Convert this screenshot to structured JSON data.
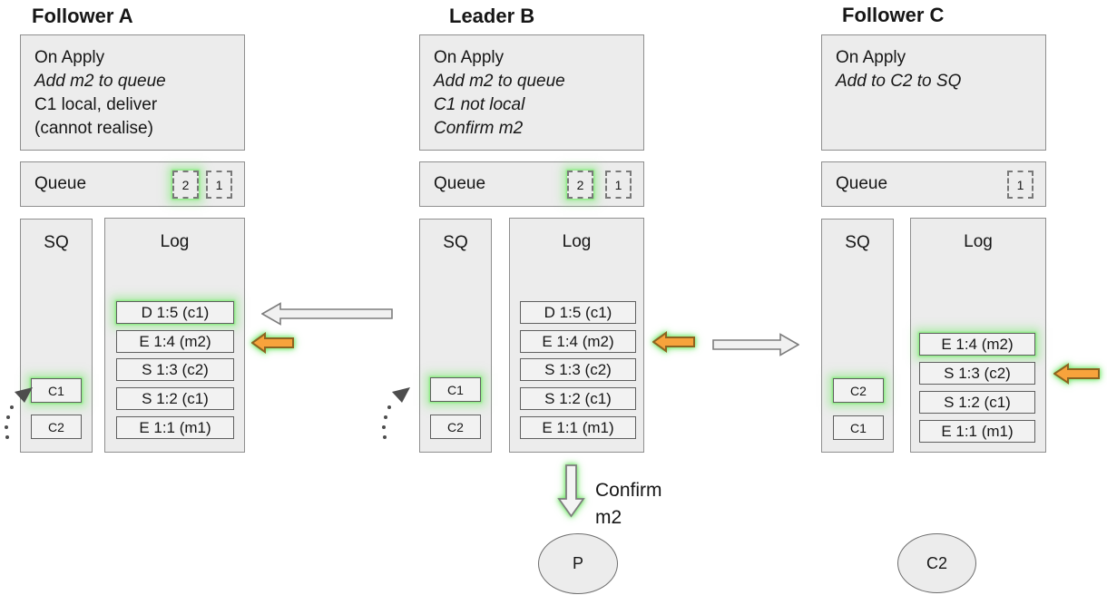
{
  "nodes": [
    {
      "title": "Follower A",
      "apply_lines": [
        {
          "text": "On Apply",
          "italic": false
        },
        {
          "text": "Add m2 to queue",
          "italic": true
        },
        {
          "text": "C1 local, deliver",
          "italic": false
        },
        {
          "text": "(cannot realise)",
          "italic": false
        }
      ],
      "queue": {
        "label": "Queue",
        "items": [
          {
            "num": "2",
            "glow": true
          },
          {
            "num": "1",
            "glow": false
          }
        ]
      },
      "sq": {
        "header": "SQ",
        "items": [
          {
            "label": "C1",
            "glow": true
          },
          {
            "label": "C2",
            "glow": false
          }
        ]
      },
      "log": {
        "header": "Log",
        "entries": [
          {
            "text": "D 1:5 (c1)",
            "glow": true
          },
          {
            "text": "E 1:4 (m2)",
            "glow": false
          },
          {
            "text": "S 1:3 (c2)",
            "glow": false
          },
          {
            "text": "S 1:2 (c1)",
            "glow": false
          },
          {
            "text": "E 1:1 (m1)",
            "glow": false
          }
        ]
      }
    },
    {
      "title": "Leader B",
      "apply_lines": [
        {
          "text": "On Apply",
          "italic": false
        },
        {
          "text": "Add m2 to queue",
          "italic": true
        },
        {
          "text": "C1 not local",
          "italic": true
        },
        {
          "text": "Confirm m2",
          "italic": true
        }
      ],
      "queue": {
        "label": "Queue",
        "items": [
          {
            "num": "2",
            "glow": true
          },
          {
            "num": "1",
            "glow": false
          }
        ]
      },
      "sq": {
        "header": "SQ",
        "items": [
          {
            "label": "C1",
            "glow": true
          },
          {
            "label": "C2",
            "glow": false
          }
        ]
      },
      "log": {
        "header": "Log",
        "entries": [
          {
            "text": "D 1:5 (c1)",
            "glow": false
          },
          {
            "text": "E 1:4 (m2)",
            "glow": false
          },
          {
            "text": "S 1:3 (c2)",
            "glow": false
          },
          {
            "text": "S 1:2 (c1)",
            "glow": false
          },
          {
            "text": "E 1:1 (m1)",
            "glow": false
          }
        ]
      }
    },
    {
      "title": "Follower C",
      "apply_lines": [
        {
          "text": "On Apply",
          "italic": false
        },
        {
          "text": "Add to C2 to SQ",
          "italic": true
        }
      ],
      "queue": {
        "label": "Queue",
        "items": [
          {
            "num": "1",
            "glow": false
          }
        ]
      },
      "sq": {
        "header": "SQ",
        "items": [
          {
            "label": "C2",
            "glow": true
          },
          {
            "label": "C1",
            "glow": false
          }
        ]
      },
      "log": {
        "header": "Log",
        "entries": [
          {
            "text": "E 1:4 (m2)",
            "glow": true
          },
          {
            "text": "S 1:3 (c2)",
            "glow": false
          },
          {
            "text": "S 1:2 (c1)",
            "glow": false
          },
          {
            "text": "E 1:1 (m1)",
            "glow": false
          }
        ]
      }
    }
  ],
  "confirm": {
    "line1": "Confirm",
    "line2": "m2"
  },
  "processes": [
    {
      "label": "P"
    },
    {
      "label": "C2"
    }
  ],
  "arrows": [
    {
      "name": "replicate-arrow-to-follower-a",
      "direction": "left",
      "style": "gray-outline",
      "glow": false
    },
    {
      "name": "ack-arrow-follower-a",
      "direction": "left",
      "style": "orange",
      "glow": true
    },
    {
      "name": "ack-arrow-leader-b",
      "direction": "left",
      "style": "orange",
      "glow": true
    },
    {
      "name": "replicate-arrow-to-follower-c",
      "direction": "right",
      "style": "gray-outline",
      "glow": false
    },
    {
      "name": "ack-arrow-follower-c",
      "direction": "left",
      "style": "orange",
      "glow": true
    },
    {
      "name": "confirm-arrow-down",
      "direction": "down",
      "style": "gray-outline",
      "glow": true
    },
    {
      "name": "dotted-arrow-follower-a-sq",
      "direction": "up-right",
      "style": "dotted"
    },
    {
      "name": "dotted-arrow-leader-b-sq",
      "direction": "up-right",
      "style": "dotted"
    }
  ],
  "colors": {
    "glow_green": "#7deb73",
    "arrow_orange": "#f7a33c",
    "panel_fill": "#ececec",
    "entry_fill": "#f2f2f2",
    "border_gray": "#8f8f8f"
  }
}
